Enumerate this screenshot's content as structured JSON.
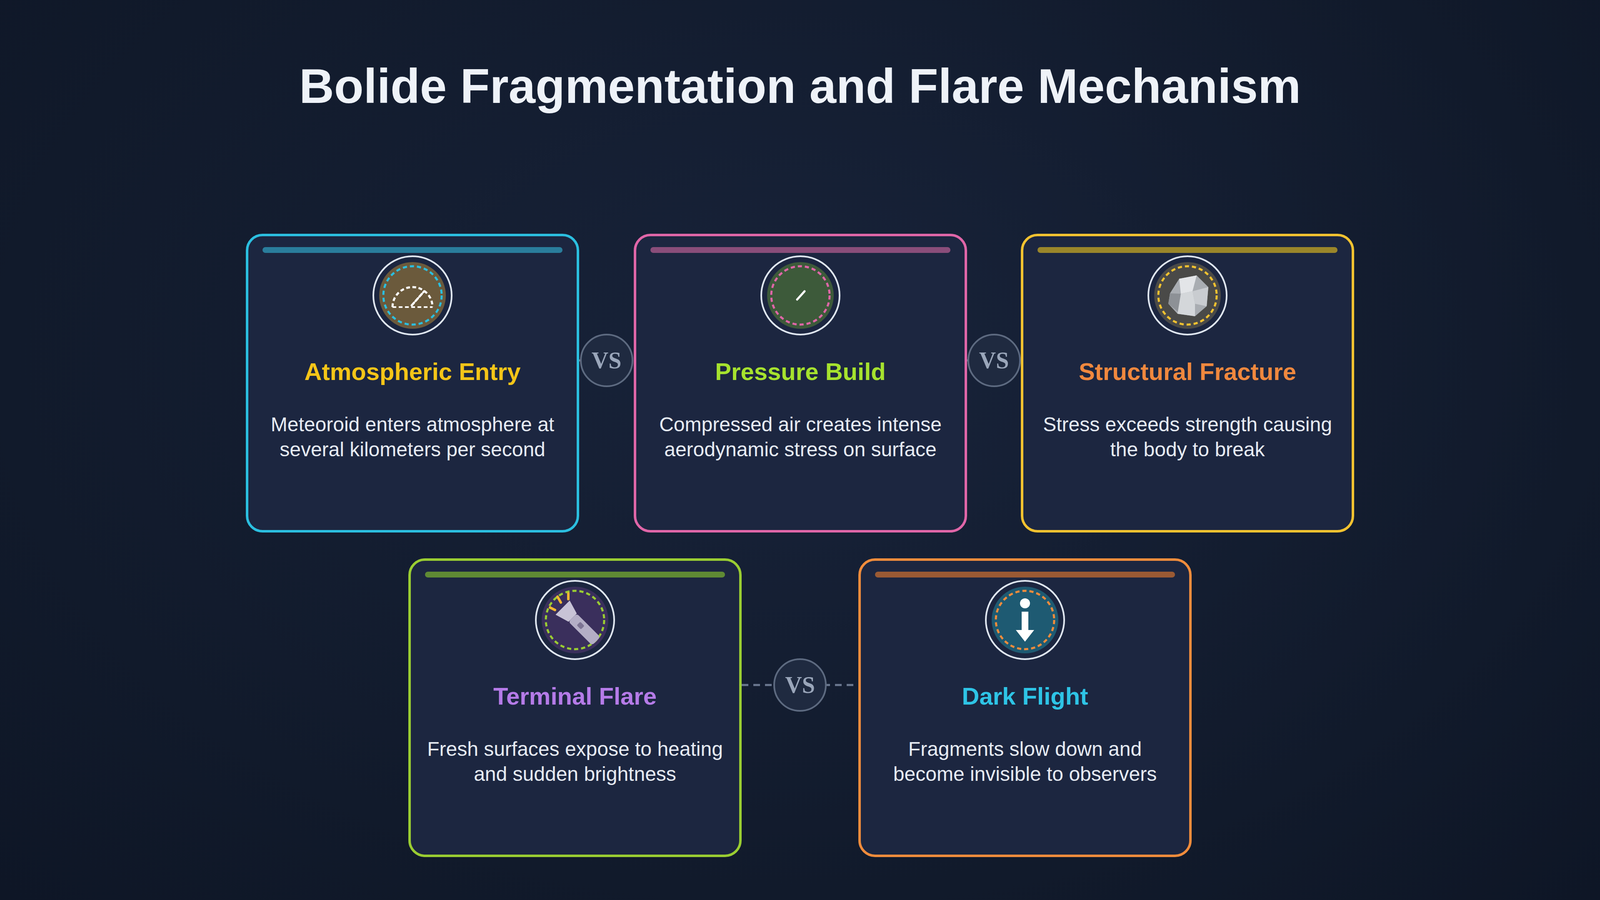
{
  "diagram": {
    "title": "Bolide Fragmentation and Flare Mechanism",
    "nodes": [
      {
        "text": [
          "Atmospheric Entry",
          "Meteoroid enters atmosphere at several kilometers per second"
        ]
      },
      {
        "text": [
          "Pressure Build",
          "Compressed air creates intense aerodynamic stress on surface"
        ]
      },
      {
        "text": [
          "Structural Fracture",
          "Stress exceeds strength causing the body to break"
        ]
      },
      {
        "text": [
          "Terminal Flare",
          "Fresh surfaces expose to heating and sudden brightness"
        ]
      },
      {
        "text": [
          "Dark Flight",
          "Fragments slow down and become invisible to observers"
        ]
      }
    ],
    "edges": [
      {
        "from": 0,
        "to": 1,
        "arrow": "none",
        "label": "VS"
      },
      {
        "from": 1,
        "to": 2,
        "arrow": "none",
        "label": "VS"
      },
      {
        "from": 3,
        "to": 4,
        "arrow": "none",
        "label": "VS"
      }
    ]
  }
}
